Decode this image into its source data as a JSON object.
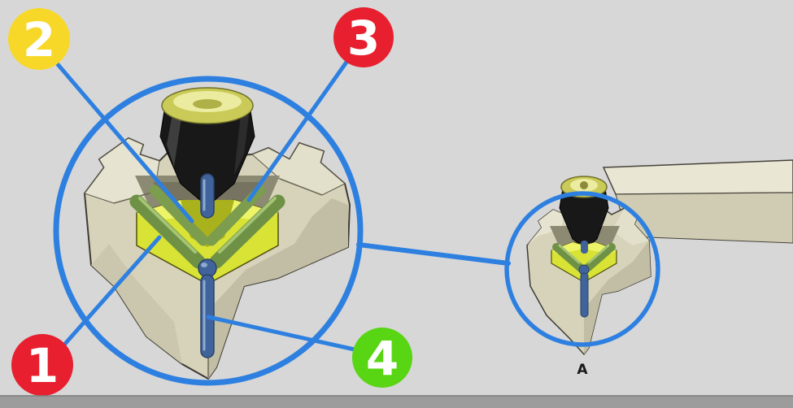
{
  "page": {
    "background": "#d7d7d7",
    "footer_color": "#9c9c9c"
  },
  "colors": {
    "highlight_blue": "#2e80e0",
    "body_beige": "#d7d3bb",
    "insert_yellow": "#d9e335",
    "clamp_black": "#181818",
    "screw_brass": "#caca58",
    "pin_green": "#6f9145",
    "pin_blue": "#41639b"
  },
  "callouts": [
    {
      "label": "1",
      "color": "#e71f2e",
      "text_color": "#ffffff"
    },
    {
      "label": "2",
      "color": "#f7d829",
      "text_color": "#ffffff"
    },
    {
      "label": "3",
      "color": "#e71f2e",
      "text_color": "#ffffff"
    },
    {
      "label": "4",
      "color": "#58d513",
      "text_color": "#ffffff"
    }
  ],
  "overview": {
    "view_label": "A"
  }
}
